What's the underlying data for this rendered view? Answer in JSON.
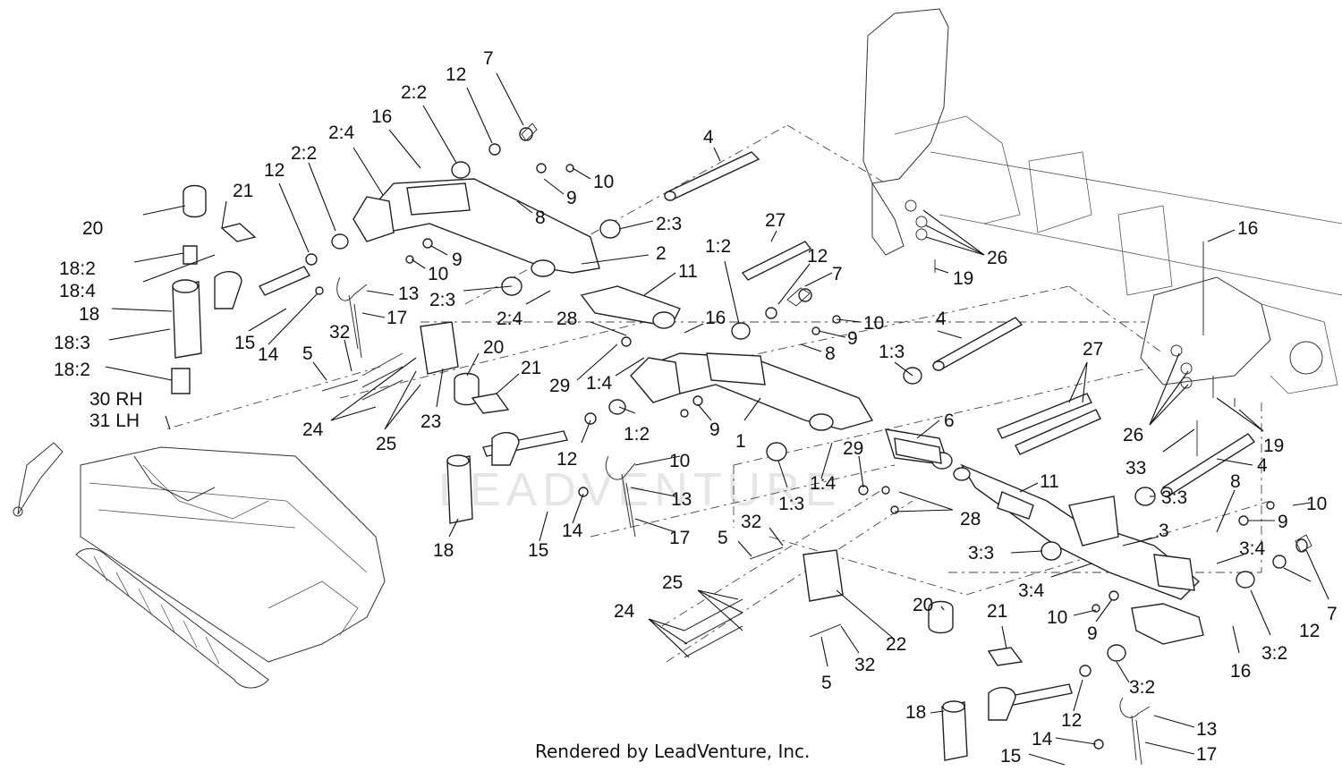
{
  "footer": {
    "credit": "Rendered by LeadVenture, Inc."
  },
  "watermark": "LEADVENTURE",
  "callouts": [
    {
      "label": "7"
    },
    {
      "label": "12"
    },
    {
      "label": "2:2"
    },
    {
      "label": "16"
    },
    {
      "label": "2:4"
    },
    {
      "label": "2:2"
    },
    {
      "label": "12"
    },
    {
      "label": "21"
    },
    {
      "label": "20"
    },
    {
      "label": "18:2"
    },
    {
      "label": "18:4"
    },
    {
      "label": "18"
    },
    {
      "label": "18:3"
    },
    {
      "label": "18:2"
    },
    {
      "label": "30  RH"
    },
    {
      "label": "31  LH"
    },
    {
      "label": "4"
    },
    {
      "label": "10"
    },
    {
      "label": "9"
    },
    {
      "label": "8"
    },
    {
      "label": "2:3"
    },
    {
      "label": "2"
    },
    {
      "label": "10"
    },
    {
      "label": "9"
    },
    {
      "label": "11"
    },
    {
      "label": "2:3"
    },
    {
      "label": "13"
    },
    {
      "label": "17"
    },
    {
      "label": "2:4"
    },
    {
      "label": "15"
    },
    {
      "label": "14"
    },
    {
      "label": "32"
    },
    {
      "label": "5"
    },
    {
      "label": "24"
    },
    {
      "label": "25"
    },
    {
      "label": "23"
    },
    {
      "label": "20"
    },
    {
      "label": "21"
    },
    {
      "label": "27"
    },
    {
      "label": "1:2"
    },
    {
      "label": "12"
    },
    {
      "label": "7"
    },
    {
      "label": "16"
    },
    {
      "label": "28"
    },
    {
      "label": "29"
    },
    {
      "label": "1:4"
    },
    {
      "label": "1:2"
    },
    {
      "label": "9"
    },
    {
      "label": "10"
    },
    {
      "label": "9"
    },
    {
      "label": "8"
    },
    {
      "label": "1"
    },
    {
      "label": "12"
    },
    {
      "label": "10"
    },
    {
      "label": "13"
    },
    {
      "label": "17"
    },
    {
      "label": "14"
    },
    {
      "label": "15"
    },
    {
      "label": "18"
    },
    {
      "label": "4"
    },
    {
      "label": "1:3"
    },
    {
      "label": "6"
    },
    {
      "label": "1:3"
    },
    {
      "label": "1:4"
    },
    {
      "label": "29"
    },
    {
      "label": "28"
    },
    {
      "label": "26"
    },
    {
      "label": "19"
    },
    {
      "label": "16"
    },
    {
      "label": "27"
    },
    {
      "label": "26"
    },
    {
      "label": "19"
    },
    {
      "label": "33"
    },
    {
      "label": "4"
    },
    {
      "label": "11"
    },
    {
      "label": "8"
    },
    {
      "label": "10"
    },
    {
      "label": "9"
    },
    {
      "label": "3:3"
    },
    {
      "label": "3:3"
    },
    {
      "label": "3"
    },
    {
      "label": "3:4"
    },
    {
      "label": "3:4"
    },
    {
      "label": "12"
    },
    {
      "label": "7"
    },
    {
      "label": "3:2"
    },
    {
      "label": "16"
    },
    {
      "label": "10"
    },
    {
      "label": "9"
    },
    {
      "label": "32"
    },
    {
      "label": "5"
    },
    {
      "label": "25"
    },
    {
      "label": "24"
    },
    {
      "label": "22"
    },
    {
      "label": "5"
    },
    {
      "label": "32"
    },
    {
      "label": "20"
    },
    {
      "label": "21"
    },
    {
      "label": "3:2"
    },
    {
      "label": "12"
    },
    {
      "label": "18"
    },
    {
      "label": "13"
    },
    {
      "label": "17"
    },
    {
      "label": "14"
    },
    {
      "label": "15"
    }
  ]
}
